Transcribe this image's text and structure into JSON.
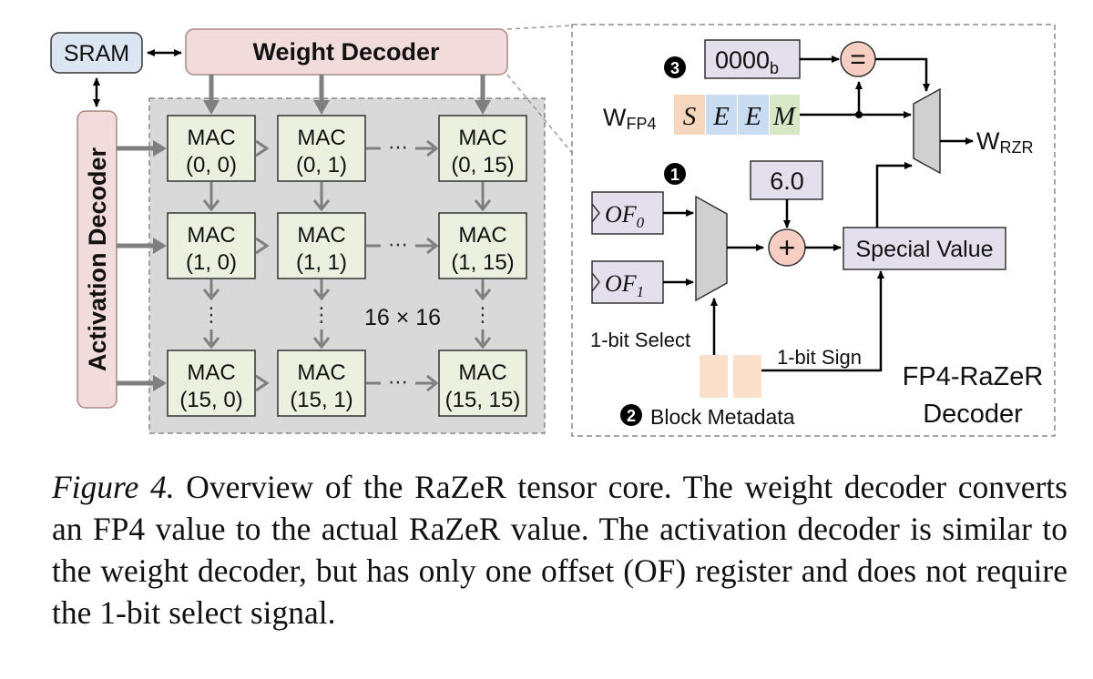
{
  "left": {
    "sram": "SRAM",
    "weight_decoder": "Weight Decoder",
    "activation_decoder": "Activation Decoder",
    "grid_size": "16 × 16",
    "mac_label": "MAC",
    "mac_cells": [
      {
        "row": 0,
        "col": 0,
        "coord": "(0, 0)"
      },
      {
        "row": 0,
        "col": 1,
        "coord": "(0, 1)"
      },
      {
        "row": 0,
        "col": 2,
        "coord": "(0, 15)"
      },
      {
        "row": 1,
        "col": 0,
        "coord": "(1, 0)"
      },
      {
        "row": 1,
        "col": 1,
        "coord": "(1, 1)"
      },
      {
        "row": 1,
        "col": 2,
        "coord": "(1, 15)"
      },
      {
        "row": 2,
        "col": 0,
        "coord": "(15, 0)"
      },
      {
        "row": 2,
        "col": 1,
        "coord": "(15, 1)"
      },
      {
        "row": 2,
        "col": 2,
        "coord": "(15, 15)"
      }
    ],
    "ellipsis_h": "⋯",
    "ellipsis_v": "⋮"
  },
  "right": {
    "zero_const": "0000",
    "zero_const_sub": "b",
    "equal_sign": "=",
    "w_fp4": "W",
    "w_fp4_sub": "FP4",
    "fp4_bits": [
      {
        "letter": "S",
        "color": "#f6d6bd"
      },
      {
        "letter": "E",
        "color": "#c9dcf2"
      },
      {
        "letter": "E",
        "color": "#c9dcf2"
      },
      {
        "letter": "M",
        "color": "#d8e8c6"
      }
    ],
    "w_rzr": "W",
    "w_rzr_sub": "RZR",
    "const_value": "6.0",
    "plus_sign": "+",
    "of0": "OF",
    "of0_sub": "0",
    "of1": "OF",
    "of1_sub": "1",
    "special_value": "Special Value",
    "select_label": "1-bit Select",
    "sign_label": "1-bit Sign",
    "block_metadata": "Block Metadata",
    "title_line1": "FP4-RaZeR",
    "title_line2": "Decoder",
    "step_markers": [
      "1",
      "2",
      "3"
    ]
  },
  "colors": {
    "pink_fill": "#f2dcdb",
    "pink_stroke": "#b48a88",
    "blue_fill": "#dce6f2",
    "green_fill": "#ebf1de",
    "grid_bg": "#d9d9d9",
    "lavender_fill": "#e4dfec",
    "sum_fill": "#f6cfc2",
    "arrow_gray": "#7f7f7f",
    "mux_fill": "#d0d0d0",
    "metadata_fill": "#fbe0cb"
  },
  "caption": {
    "figure": "Figure 4.",
    "text": " Overview of the RaZeR tensor core. The weight decoder converts an FP4 value to the actual RaZeR value. The activation decoder is similar to the weight decoder, but has only one offset (OF) register and does not require the 1-bit select signal."
  }
}
